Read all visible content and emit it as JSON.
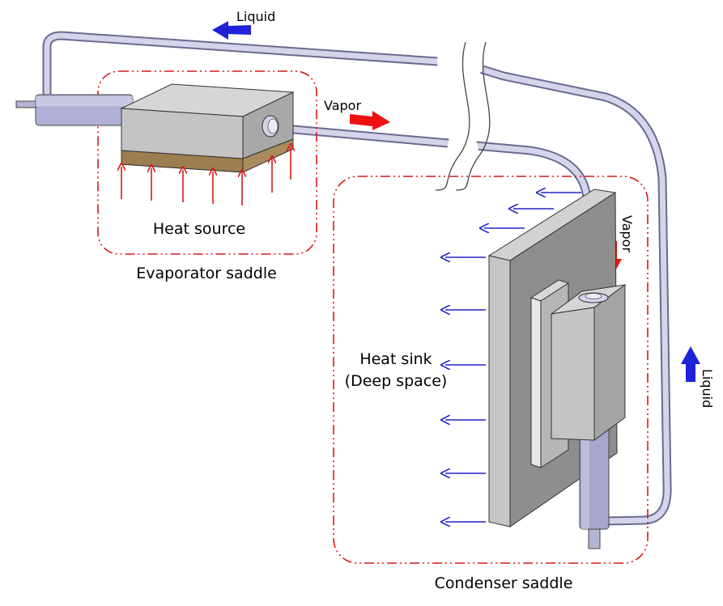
{
  "labels": {
    "liquid_top": "Liquid",
    "vapor_top": "Vapor",
    "vapor_side": "Vapor",
    "liquid_side": "Liquid",
    "heat_source": "Heat source",
    "evaporator_saddle": "Evaporator saddle",
    "heat_sink_line1": "Heat sink",
    "heat_sink_line2": "(Deep space)",
    "condenser_saddle": "Condenser saddle"
  },
  "colors": {
    "liquid_arrow": "#1f22d8",
    "vapor_arrow": "#ee1111",
    "heat_arrow": "#e01818",
    "radiation_arrow": "#2222cc",
    "saddle_outline": "#d81818",
    "pipe": "#c8c8e2",
    "box": "#c9c9c9",
    "saddle_base": "#a88c5e",
    "sink_panel": "#8f8f8f"
  }
}
